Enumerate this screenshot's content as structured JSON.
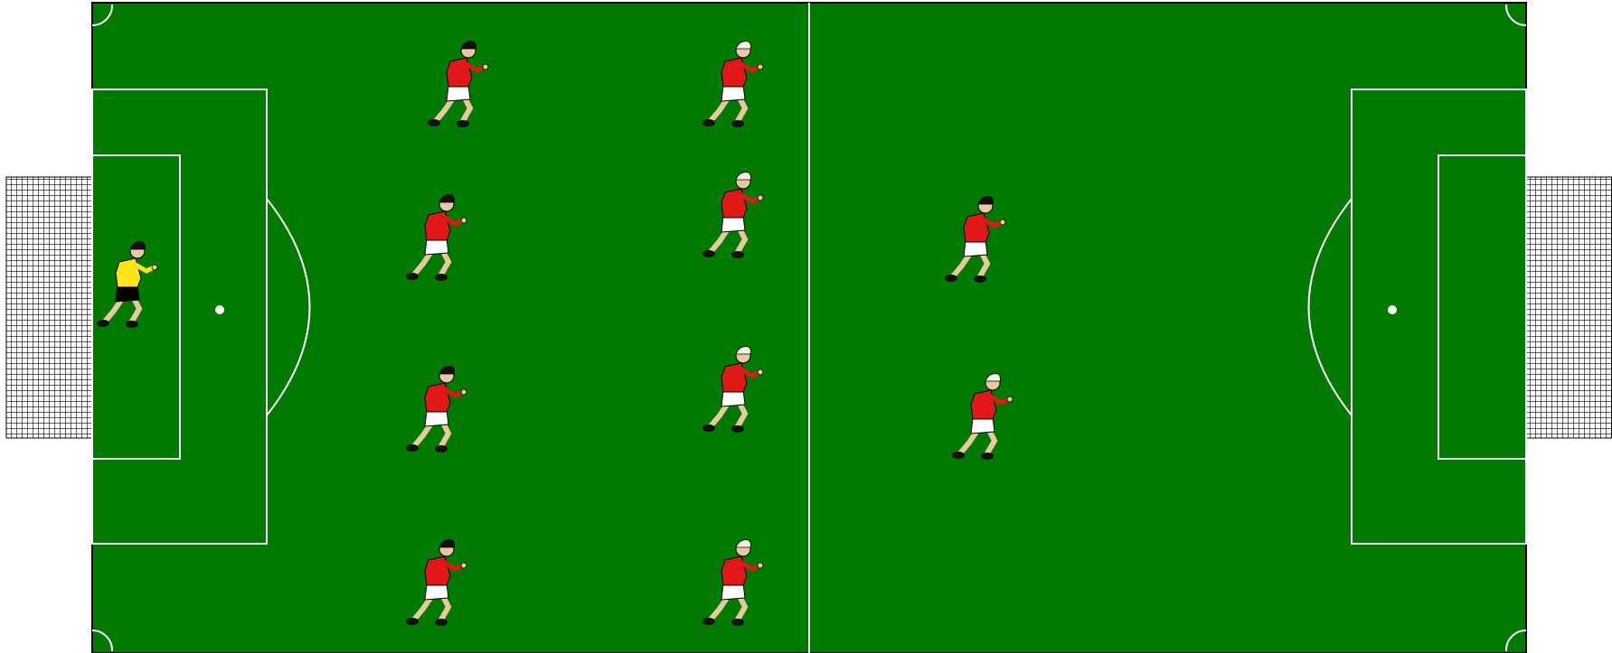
{
  "pitch": {
    "grass_color": "#007a00",
    "line_color": "#ffffff",
    "net_color": "#000000"
  },
  "team": {
    "shirt_color": "#e01818",
    "shorts_color": "#ffffff",
    "goalkeeper_shirt_color": "#ffe41a",
    "goalkeeper_shorts_color": "#000000"
  },
  "players": [
    {
      "role": "goalkeeper",
      "variant": "dark-hair"
    },
    {
      "role": "outfield",
      "variant": "dark-hair"
    },
    {
      "role": "outfield",
      "variant": "dark-hair"
    },
    {
      "role": "outfield",
      "variant": "dark-hair"
    },
    {
      "role": "outfield",
      "variant": "dark-hair"
    },
    {
      "role": "outfield",
      "variant": "white-cap"
    },
    {
      "role": "outfield",
      "variant": "white-cap"
    },
    {
      "role": "outfield",
      "variant": "white-cap"
    },
    {
      "role": "outfield",
      "variant": "white-cap"
    },
    {
      "role": "outfield",
      "variant": "dark-hair"
    },
    {
      "role": "outfield",
      "variant": "white-cap"
    }
  ]
}
